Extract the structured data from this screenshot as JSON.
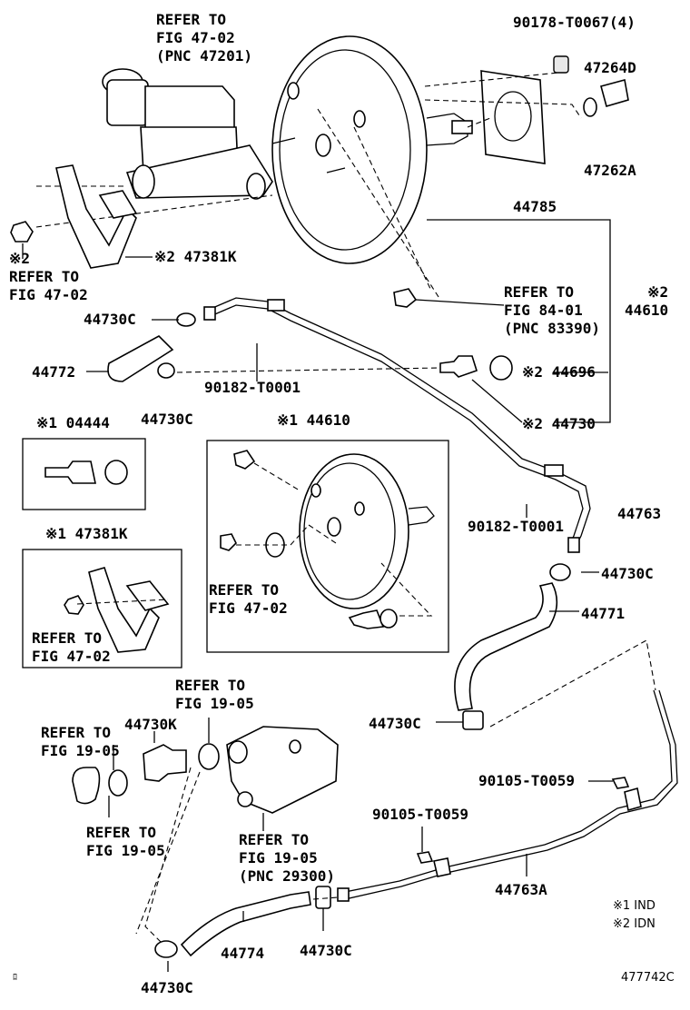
{
  "labels": {
    "refer_47201": "REFER TO\nFIG 47-02\n(PNC 47201)",
    "p90178": "90178-T0067(4)",
    "p47264d": "47264D",
    "p47262a": "47262A",
    "p44785": "44785",
    "ref_47_02_left": "※2\nREFER TO\nFIG 47-02",
    "p47381k_2": "※2 47381K",
    "p44730c_top": "44730C",
    "ref_84_01": "REFER TO\nFIG 84-01\n(PNC 83390)",
    "p44610_2": "※2\n44610",
    "p44772": "44772",
    "p90182_top": "90182-T0001",
    "p44696": "※2 44696",
    "p44730c_2": "44730C",
    "p44730_2": "※2 44730",
    "box1_title": "※1 04444",
    "box2_title": "※1 44610",
    "box3_title": "※1 47381K",
    "ref_47_02_box2": "REFER TO\nFIG 47-02",
    "ref_47_02_box3": "REFER TO\nFIG 47-02",
    "p90182_mid": "90182-T0001",
    "p44763": "44763",
    "p44730c_right": "44730C",
    "p44771": "44771",
    "p44730c_mid": "44730C",
    "ref_19_05_a": "REFER TO\nFIG 19-05",
    "ref_19_05_b": "REFER TO\nFIG 19-05",
    "p44730k": "44730K",
    "ref_19_05_c": "REFER TO\nFIG 19-05",
    "ref_29300": "REFER TO\nFIG 19-05\n(PNC 29300)",
    "p90105_a": "90105-T0059",
    "p90105_b": "90105-T0059",
    "p44763a": "44763A",
    "p44774": "44774",
    "p44730c_bot1": "44730C",
    "p44730c_bot2": "44730C",
    "legend1": "※1 IND",
    "legend2": "※2 IDN",
    "figure_no": "477742C",
    "corner_mark": "ﾛ"
  }
}
